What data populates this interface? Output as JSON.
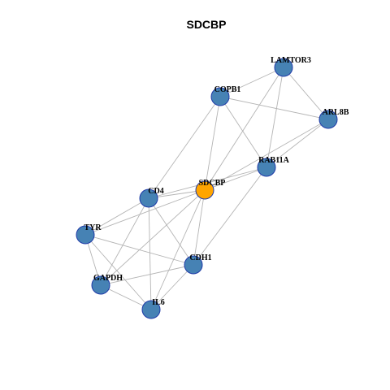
{
  "title": "SDCBP",
  "colors": {
    "node_fill": "#4682b4",
    "node_stroke": "#1f3aa8",
    "center_fill": "#ffa500",
    "center_stroke": "#1f3aa8",
    "edge": "#b4b4b4"
  },
  "nodes": [
    {
      "id": "LAMTOR3",
      "label": "LAMTOR3",
      "center": false
    },
    {
      "id": "COPB1",
      "label": "COPB1",
      "center": false
    },
    {
      "id": "ARL8B",
      "label": "ARL8B",
      "center": false
    },
    {
      "id": "RAB11A",
      "label": "RAB11A",
      "center": false
    },
    {
      "id": "SDCBP",
      "label": "SDCBP",
      "center": true
    },
    {
      "id": "CD4",
      "label": "CD4",
      "center": false
    },
    {
      "id": "TYR",
      "label": "TYR",
      "center": false
    },
    {
      "id": "CDH1",
      "label": "CDH1",
      "center": false
    },
    {
      "id": "GAPDH",
      "label": "GAPDH",
      "center": false
    },
    {
      "id": "IL6",
      "label": "IL6",
      "center": false
    }
  ],
  "edges": [
    [
      "LAMTOR3",
      "COPB1"
    ],
    [
      "LAMTOR3",
      "ARL8B"
    ],
    [
      "LAMTOR3",
      "RAB11A"
    ],
    [
      "LAMTOR3",
      "SDCBP"
    ],
    [
      "COPB1",
      "ARL8B"
    ],
    [
      "COPB1",
      "RAB11A"
    ],
    [
      "COPB1",
      "SDCBP"
    ],
    [
      "COPB1",
      "CD4"
    ],
    [
      "ARL8B",
      "RAB11A"
    ],
    [
      "ARL8B",
      "SDCBP"
    ],
    [
      "RAB11A",
      "SDCBP"
    ],
    [
      "RAB11A",
      "CD4"
    ],
    [
      "RAB11A",
      "CDH1"
    ],
    [
      "SDCBP",
      "CD4"
    ],
    [
      "SDCBP",
      "TYR"
    ],
    [
      "SDCBP",
      "CDH1"
    ],
    [
      "SDCBP",
      "GAPDH"
    ],
    [
      "SDCBP",
      "IL6"
    ],
    [
      "CD4",
      "TYR"
    ],
    [
      "CD4",
      "CDH1"
    ],
    [
      "CD4",
      "GAPDH"
    ],
    [
      "CD4",
      "IL6"
    ],
    [
      "TYR",
      "CDH1"
    ],
    [
      "TYR",
      "GAPDH"
    ],
    [
      "TYR",
      "IL6"
    ],
    [
      "CDH1",
      "GAPDH"
    ],
    [
      "CDH1",
      "IL6"
    ],
    [
      "GAPDH",
      "IL6"
    ]
  ]
}
